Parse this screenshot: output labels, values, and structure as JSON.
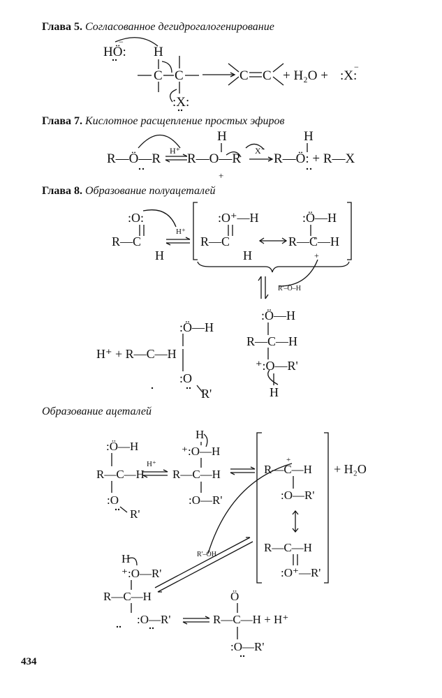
{
  "headings": {
    "ch5_label": "Глава 5.",
    "ch5_title": "Согласованное дегидрогалогенирование",
    "ch7_label": "Глава 7.",
    "ch7_title": "Кислотное расщепление простых эфиров",
    "ch8_label": "Глава 8.",
    "ch8_title": "Образование полуацеталей",
    "acetal_title": "Образование ацеталей"
  },
  "schemes": {
    "s1": [
      "HÖ:",
      "−",
      "H",
      "C",
      "C",
      ":X:",
      "C",
      "C",
      "+ H₂O +",
      ":X:",
      "−"
    ],
    "s2": [
      "R—Ö—R",
      "H⁺",
      "R—O—R",
      "H",
      "+",
      "X⁻",
      "R—Ö: + R—X",
      "H"
    ],
    "s3": [
      ":O:",
      "R—C",
      "H",
      "H⁺",
      ":O⁺—H",
      "R—C",
      "H",
      ":Ö—H",
      "R—C—H",
      "+",
      "R'–Ö–H",
      ":Ö—H",
      "R—C—H",
      "⁺:O—R'",
      "H",
      "H⁺ + R—C—H",
      ":Ö—H",
      ":O",
      "R'"
    ],
    "s4": [
      ":Ö—H",
      "R—C—H",
      ":O",
      "R'",
      "H⁺",
      "H",
      "⁺:O—H",
      "R—C—H",
      ":O—R'",
      "R—C—H",
      ":O—R'",
      "R—C—H",
      ":O⁺—R'",
      "+ H₂O",
      "R'–ÖH",
      "H",
      "⁺:O—R'",
      "R—C—H",
      ":O—R'",
      "Ö",
      "R—C—H  + H⁺",
      ":O—R'",
      "+"
    ]
  },
  "page_number": "434"
}
